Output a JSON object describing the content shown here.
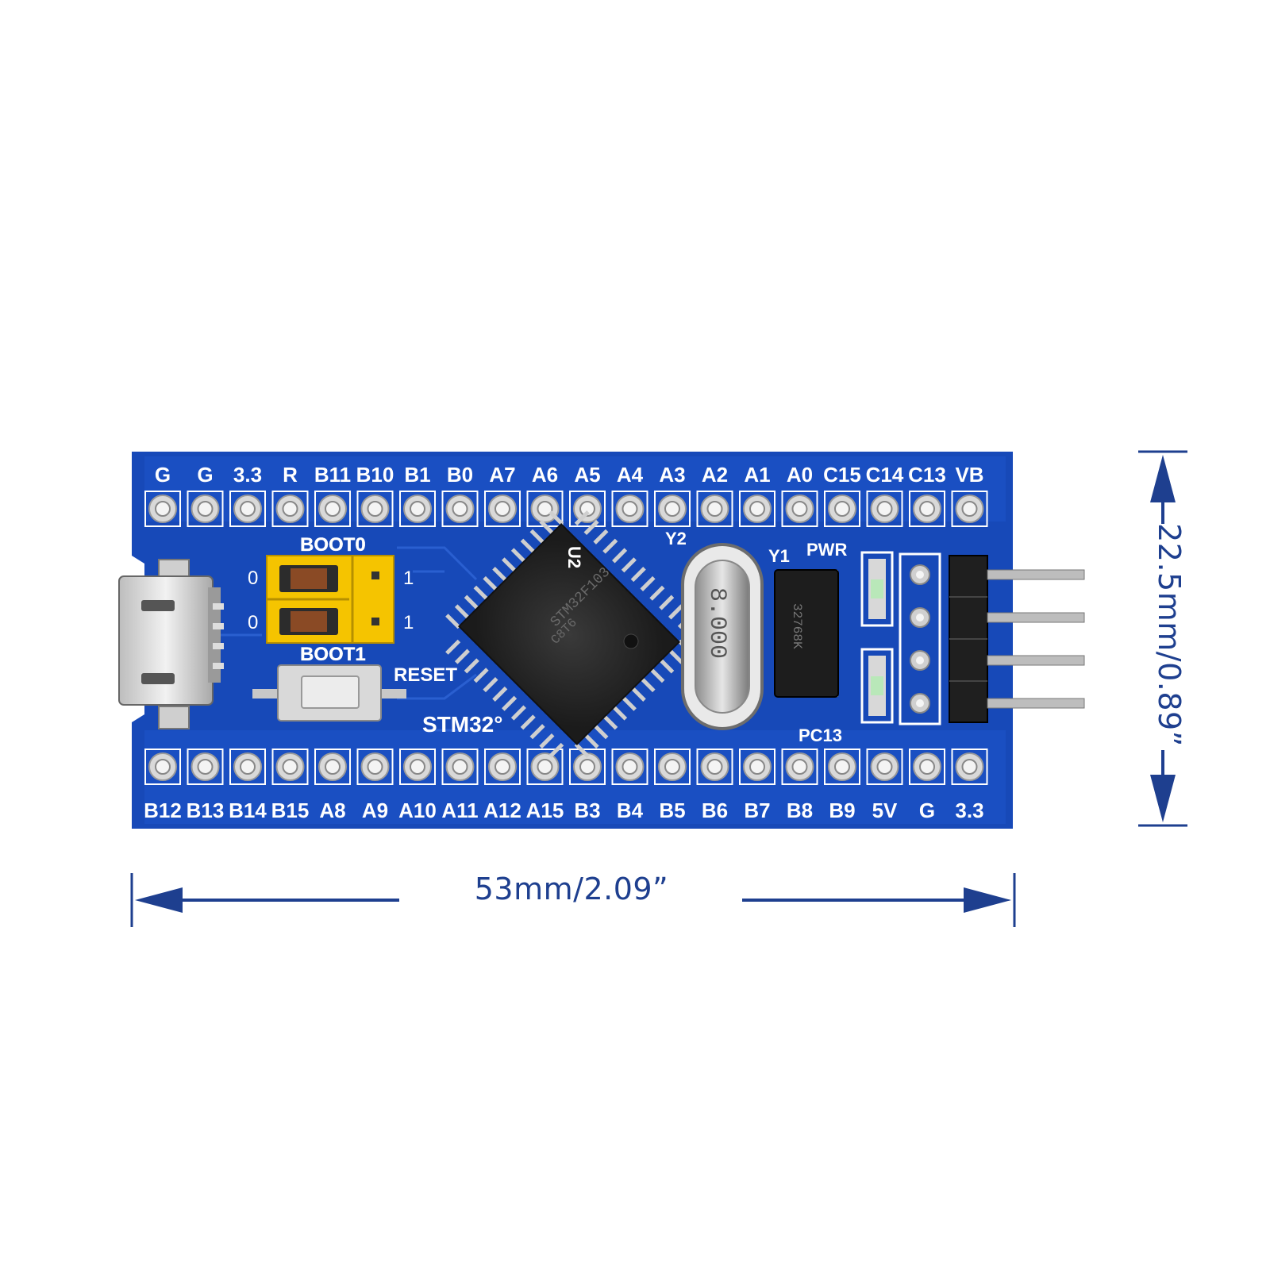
{
  "board": {
    "top_pins": [
      "G",
      "G",
      "3.3",
      "R",
      "B11",
      "B10",
      "B1",
      "B0",
      "A7",
      "A6",
      "A5",
      "A4",
      "A3",
      "A2",
      "A1",
      "A0",
      "C15",
      "C14",
      "C13",
      "VB"
    ],
    "bottom_pins": [
      "B12",
      "B13",
      "B14",
      "B15",
      "A8",
      "A9",
      "A10",
      "A11",
      "A12",
      "A15",
      "B3",
      "B4",
      "B5",
      "B6",
      "B7",
      "B8",
      "B9",
      "5V",
      "G",
      "3.3"
    ],
    "labels": {
      "boot0": "BOOT0",
      "boot1": "BOOT1",
      "jumper_0a": "0",
      "jumper_0b": "0",
      "jumper_1a": "1",
      "jumper_1b": "1",
      "reset": "RESET",
      "brand": "STM32°",
      "u2": "U2",
      "y2": "Y2",
      "y1": "Y1",
      "pwr": "PWR",
      "pc13": "PC13",
      "crystal": "8.000"
    },
    "colors": {
      "pcb": "#1749b8",
      "jumper": "#f5c400",
      "dimension": "#1e3f8f"
    }
  },
  "dimensions": {
    "width": "53mm/2.09”",
    "height": "22.5mm/0.89”"
  }
}
